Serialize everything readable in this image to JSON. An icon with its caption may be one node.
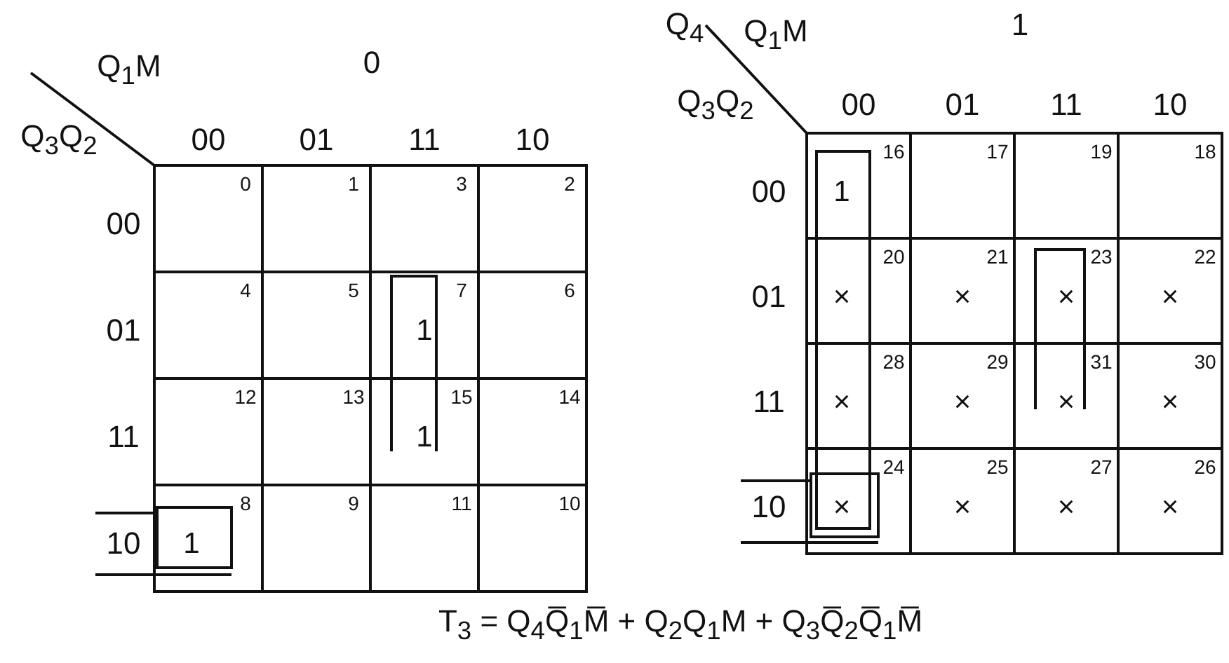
{
  "diagram": {
    "caption": "T$_{3}$ = Q$_{4}$Q̅$_{1}$M̅ + Q$_{2}$Q$_{1}$M + Q$_{3}$Q̅$_{2}$Q̅$_{1}$M̅",
    "labels": [
      "Q$_{1}$M",
      "0",
      "Q$_{3}$Q$_{2}$",
      "00",
      "01",
      "11",
      "10",
      "00",
      "0",
      "1",
      "3",
      "2",
      "01",
      "4",
      "5",
      "7",
      "1",
      "6",
      "11",
      "12",
      "13",
      "15",
      "1",
      "14",
      "10",
      "8",
      "1",
      "9",
      "11",
      "10",
      "Q$_{4}$",
      "Q$_{1}$M",
      "1",
      "Q$_{3}$Q$_{2}$",
      "00",
      "01",
      "11",
      "10",
      "00",
      "16",
      "1",
      "17",
      "19",
      "18",
      "01",
      "20",
      "×",
      "21",
      "×",
      "23",
      "×",
      "22",
      "×",
      "11",
      "28",
      "×",
      "29",
      "×",
      "31",
      "×",
      "30",
      "×",
      "10",
      "24",
      "×",
      "25",
      "×",
      "27",
      "×",
      "26",
      "×"
    ]
  }
}
